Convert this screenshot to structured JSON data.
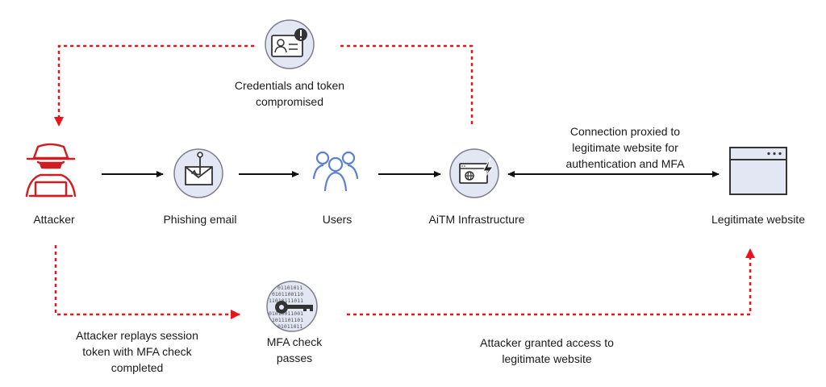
{
  "nodes": {
    "attacker": "Attacker",
    "phishing_email": "Phishing email",
    "users": "Users",
    "aitm": "AiTM Infrastructure",
    "legitimate_website": "Legitimate website",
    "mfa_check": [
      "MFA check",
      "passes"
    ]
  },
  "annotations": {
    "credentials": [
      "Credentials and token",
      "compromised"
    ],
    "proxied": [
      "Connection proxied to",
      "legitimate website for",
      "authentication and MFA"
    ],
    "replays": [
      "Attacker replays session",
      "token with MFA check",
      "completed"
    ],
    "granted": [
      "Attacker granted access to",
      "legitimate website"
    ]
  },
  "colors": {
    "attack_path": "#e8151b",
    "flow_arrow": "#111111",
    "icon_circle_fill": "#e3e6f3",
    "icon_circle_stroke": "#7d7f8c",
    "attacker_icon": "#d01d22",
    "users_icon": "#5b7fd4"
  }
}
